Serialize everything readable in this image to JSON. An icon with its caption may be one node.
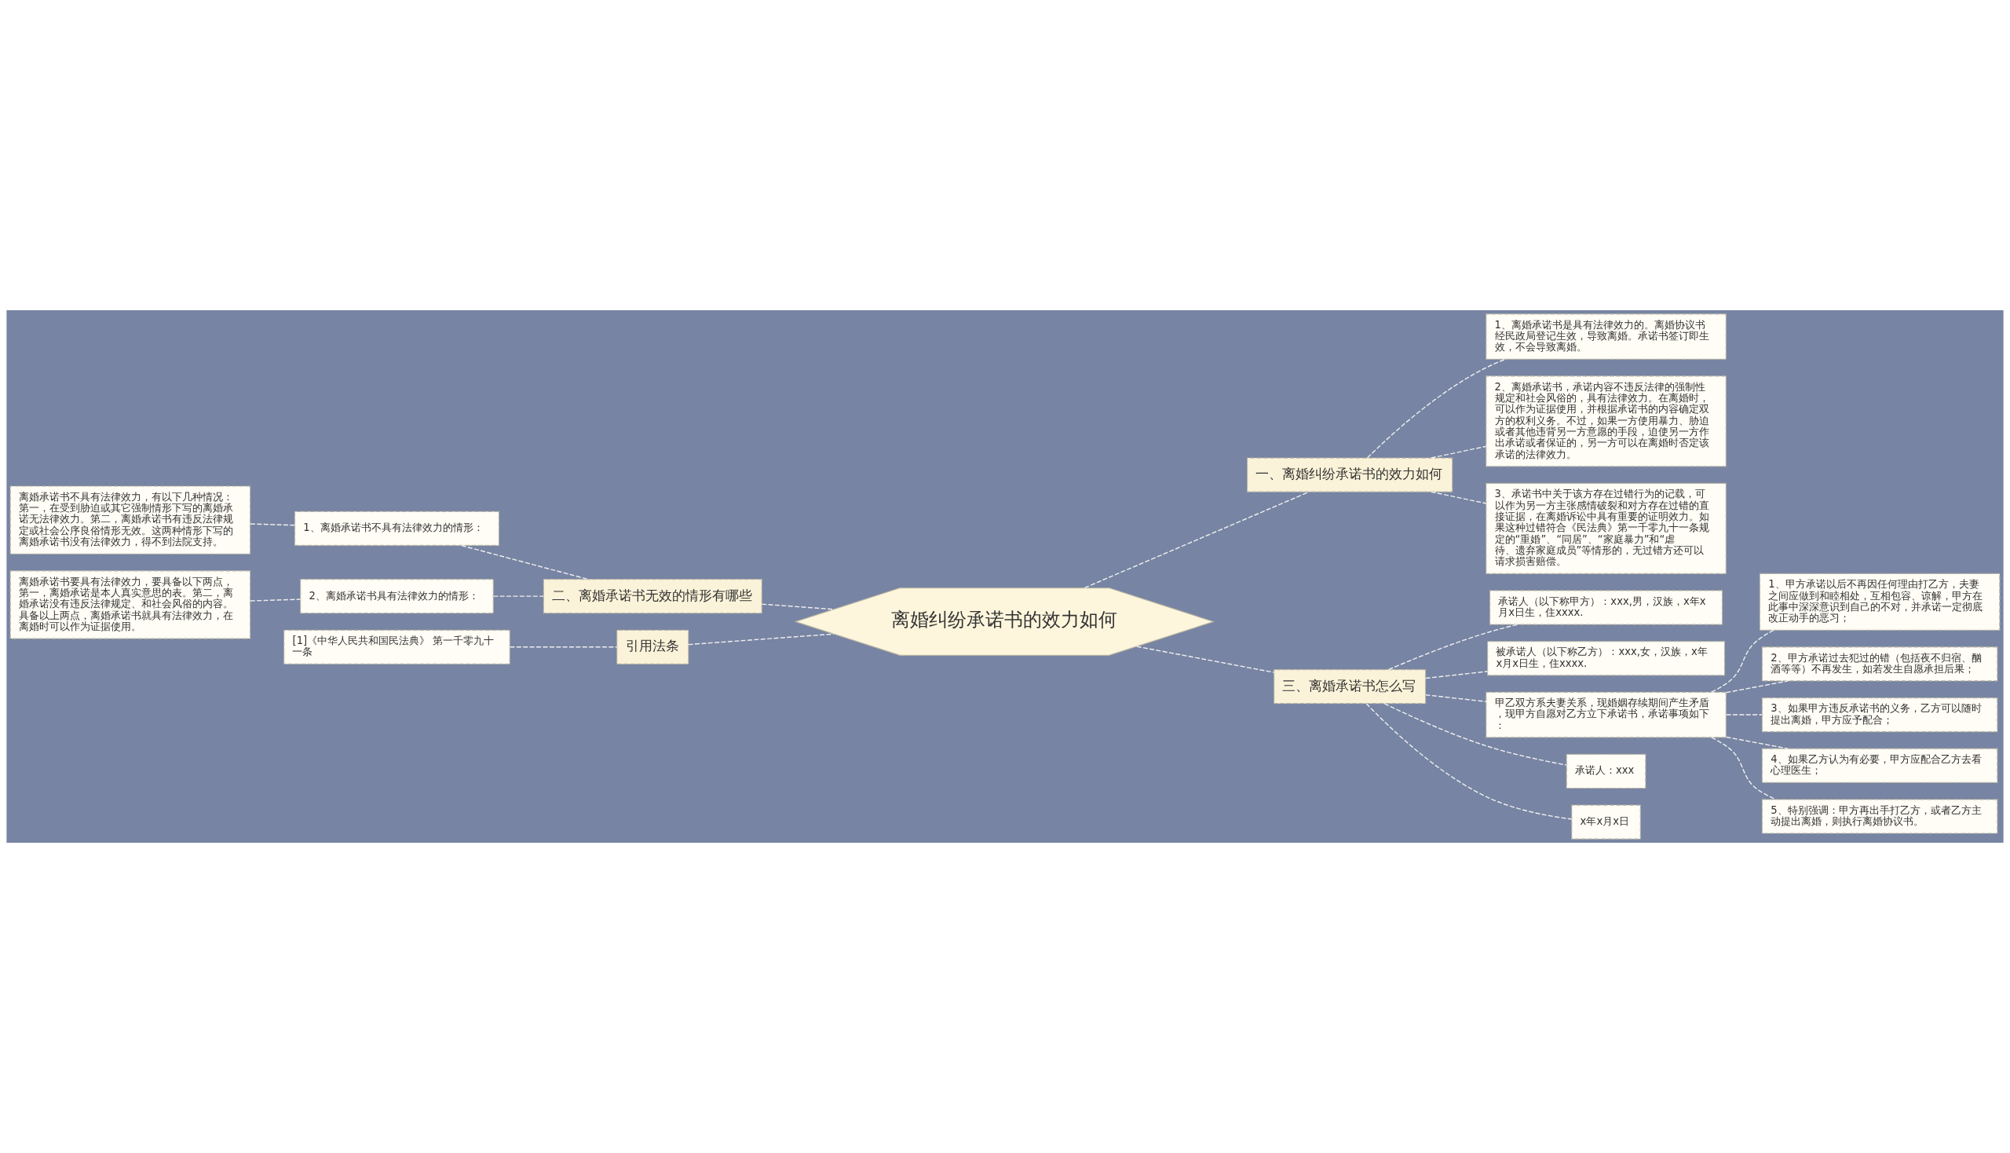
{
  "diagram": {
    "nodes": [
      {
        "text": [
          "离婚纠纷承诺书的效力如何"
        ]
      },
      {
        "text": [
          "一、离婚纠纷承诺书的效力如何"
        ]
      },
      {
        "text": [
          "1、离婚承诺书是具有法律效力的。离婚协议书经民政局登记生效，导致离婚。承诺书签订即生效，不会导致离婚。"
        ]
      },
      {
        "text": [
          "2、离婚承诺书，承诺内容不违反法律的强制性规定和社会风俗的，具有法律效力。在离婚时，可以作为证据使用，并根据承诺书的内容确定双方的权利义务。不过，如果一方使用暴力、胁迫或者其他违背另一方意愿的手段，迫使另一方作出承诺或者保证的，另一方可以在离婚时否定该承诺的法律效力。"
        ]
      },
      {
        "text": [
          "3、承诺书中关于该方存在过错行为的记载，可以作为另一方主张感情破裂和对方存在过错的直接证据，在离婚诉讼中具有重要的证明效力。如果这种过错符合《民法典》第一千零九十一条规定的“重婚”、“同居”、“家庭暴力”和“虐待、遗弃家庭成员”等情形的，无过错方还可以请求损害赔偿。"
        ]
      },
      {
        "text": [
          "二、离婚承诺书无效的情形有哪些"
        ]
      },
      {
        "text": [
          "1、离婚承诺书不具有法律效力的情形："
        ]
      },
      {
        "text": [
          "离婚承诺书不具有法律效力，有以下几种情况：第一，在受到胁迫或其它强制情形下写的离婚承诺无法律效力。第二，离婚承诺书有违反法律规定或社会公序良俗情形无效。这两种情形下写的离婚承诺书没有法律效力，得不到法院支持。"
        ]
      },
      {
        "text": [
          "2、离婚承诺书具有法律效力的情形："
        ]
      },
      {
        "text": [
          "离婚承诺书要具有法律效力，要具备以下两点，第一，离婚承诺是本人真实意思的表。第二，离婚承诺没有违反法律规定、和社会风俗的内容。具备以上两点，离婚承诺书就具有法律效力，在离婚时可以作为证据使用。"
        ]
      },
      {
        "text": [
          "引用法条"
        ]
      },
      {
        "text": [
          "[1]《中华人民共和国民法典》 第一千零九十一条"
        ]
      },
      {
        "text": [
          "三、离婚承诺书怎么写"
        ]
      },
      {
        "text": [
          "承诺人（以下称甲方）：xxx,男，汉族，x年x月x日生，住xxxx."
        ]
      },
      {
        "text": [
          "被承诺人（以下称乙方）：xxx,女，汉族，x年x月x日生，住xxxx."
        ]
      },
      {
        "text": [
          "甲乙双方系夫妻关系，现婚姻存续期间产生矛盾，现甲方自愿对乙方立下承诺书，承诺事项如下："
        ]
      },
      {
        "text": [
          "1、甲方承诺以后不再因任何理由打乙方，夫妻之间应做到和睦相处，互相包容、谅解，甲方在此事中深深意识到自己的不对，并承诺一定彻底改正动手的恶习；"
        ]
      },
      {
        "text": [
          "2、甲方承诺过去犯过的错（包括夜不归宿、酗酒等等）不再发生，如若发生自愿承担后果；"
        ]
      },
      {
        "text": [
          "3、如果甲方违反承诺书的义务，乙方可以随时提出离婚，甲方应予配合；"
        ]
      },
      {
        "text": [
          "4、如果乙方认为有必要，甲方应配合乙方去看心理医生；"
        ]
      },
      {
        "text": [
          "5、特别强调：甲方再出手打乙方，或者乙方主动提出离婚，则执行离婚协议书。"
        ]
      },
      {
        "text": [
          "承诺人：xxx"
        ]
      },
      {
        "text": [
          "x年x月x日"
        ]
      }
    ],
    "edges": [
      {
        "from": 0,
        "to": 1,
        "arrow": "none",
        "style": "dashed"
      },
      {
        "from": 1,
        "to": 2,
        "arrow": "none",
        "style": "dashed"
      },
      {
        "from": 1,
        "to": 3,
        "arrow": "none",
        "style": "dashed"
      },
      {
        "from": 1,
        "to": 4,
        "arrow": "none",
        "style": "dashed"
      },
      {
        "from": 0,
        "to": 5,
        "arrow": "none",
        "style": "dashed"
      },
      {
        "from": 5,
        "to": 6,
        "arrow": "none",
        "style": "dashed"
      },
      {
        "from": 6,
        "to": 7,
        "arrow": "none",
        "style": "dashed"
      },
      {
        "from": 5,
        "to": 8,
        "arrow": "none",
        "style": "dashed"
      },
      {
        "from": 8,
        "to": 9,
        "arrow": "none",
        "style": "dashed"
      },
      {
        "from": 0,
        "to": 10,
        "arrow": "none",
        "style": "dashed"
      },
      {
        "from": 10,
        "to": 11,
        "arrow": "none",
        "style": "dashed"
      },
      {
        "from": 0,
        "to": 12,
        "arrow": "none",
        "style": "dashed"
      },
      {
        "from": 12,
        "to": 13,
        "arrow": "none",
        "style": "dashed"
      },
      {
        "from": 12,
        "to": 14,
        "arrow": "none",
        "style": "dashed"
      },
      {
        "from": 12,
        "to": 15,
        "arrow": "none",
        "style": "dashed"
      },
      {
        "from": 15,
        "to": 16,
        "arrow": "none",
        "style": "dashed"
      },
      {
        "from": 15,
        "to": 17,
        "arrow": "none",
        "style": "dashed"
      },
      {
        "from": 15,
        "to": 18,
        "arrow": "none",
        "style": "dashed"
      },
      {
        "from": 15,
        "to": 19,
        "arrow": "none",
        "style": "dashed"
      },
      {
        "from": 15,
        "to": 20,
        "arrow": "none",
        "style": "dashed"
      },
      {
        "from": 12,
        "to": 21,
        "arrow": "none",
        "style": "dashed"
      },
      {
        "from": 12,
        "to": 22,
        "arrow": "none",
        "style": "dashed"
      }
    ]
  }
}
